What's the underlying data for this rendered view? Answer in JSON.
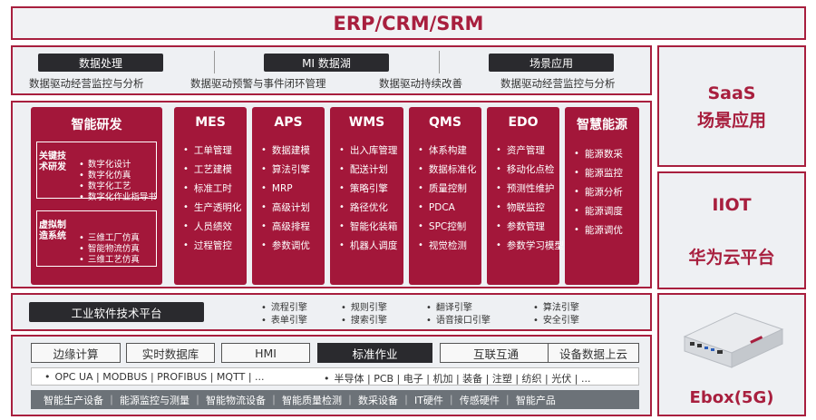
{
  "top": {
    "title": "ERP/CRM/SRM"
  },
  "data_layer": {
    "tags": [
      "数据处理",
      "MI 数据湖",
      "场景应用"
    ],
    "captions": [
      "数据驱动经营监控与分析",
      "数据驱动预警与事件闭环管理",
      "数据驱动持续改善",
      "数据驱动经营监控与分析"
    ]
  },
  "rnd": {
    "title": "智能研发",
    "box1_label": "关键技术研发",
    "box1_items": [
      "数字化设计",
      "数字化仿真",
      "数字化工艺",
      "数字化作业指导书"
    ],
    "box2_label": "虚拟制造系统",
    "box2_items": [
      "三维工厂仿真",
      "智能物流仿真",
      "三维工艺仿真"
    ]
  },
  "modules": [
    {
      "title": "MES",
      "items": [
        "工单管理",
        "工艺建模",
        "标准工时",
        "生产透明化",
        "人员绩效",
        "过程管控"
      ]
    },
    {
      "title": "APS",
      "items": [
        "数据建模",
        "算法引擎",
        "MRP",
        "高级计划",
        "高级排程",
        "参数调优"
      ]
    },
    {
      "title": "WMS",
      "items": [
        "出入库管理",
        "配送计划",
        "策略引擎",
        "路径优化",
        "智能化装箱",
        "机器人调度"
      ]
    },
    {
      "title": "QMS",
      "items": [
        "体系构建",
        "数据标准化",
        "质量控制",
        "PDCA",
        "SPC控制",
        "视觉检测"
      ]
    },
    {
      "title": "EDO",
      "items": [
        "资产管理",
        "移动化点检",
        "预测性维护",
        "物联监控",
        "参数管理",
        "参数学习模型"
      ]
    },
    {
      "title": "智慧能源",
      "items": [
        "能源数采",
        "能源监控",
        "能源分析",
        "能源调度",
        "能源调优"
      ]
    }
  ],
  "platform": {
    "title": "工业软件技术平台",
    "engines": [
      "流程引擎",
      "表单引擎",
      "规则引擎",
      "搜索引擎",
      "翻译引擎",
      "语音接口引擎",
      "算法引擎",
      "安全引擎"
    ]
  },
  "edge": {
    "buttons": [
      "边缘计算",
      "实时数据库",
      "HMI",
      "标准作业",
      "互联互通",
      "设备数据上云"
    ],
    "protocols": "OPC UA | MODBUS | PROFIBUS | MQTT | ...",
    "industries": "半导体 | PCB | 电子 | 机加 | 装备 | 注塑 | 纺织 | 光伏 | ...",
    "devices": "智能生产设备 ｜ 能源监控与测量 ｜ 智能物流设备 ｜ 智能质量检测 ｜ 数采设备 ｜ IT硬件 ｜ 传感硬件 ｜ 智能产品"
  },
  "side": {
    "saas_line1": "SaaS",
    "saas_line2": "场景应用",
    "iiot_line1": "IIOT",
    "iiot_line2": "华为云平台",
    "ebox": "Ebox(5G)"
  },
  "colors": {
    "accent": "#a81f3e",
    "module_bg": "#a3173a",
    "dark": "#2a2a2e",
    "panel_bg": "#eef0f3"
  }
}
